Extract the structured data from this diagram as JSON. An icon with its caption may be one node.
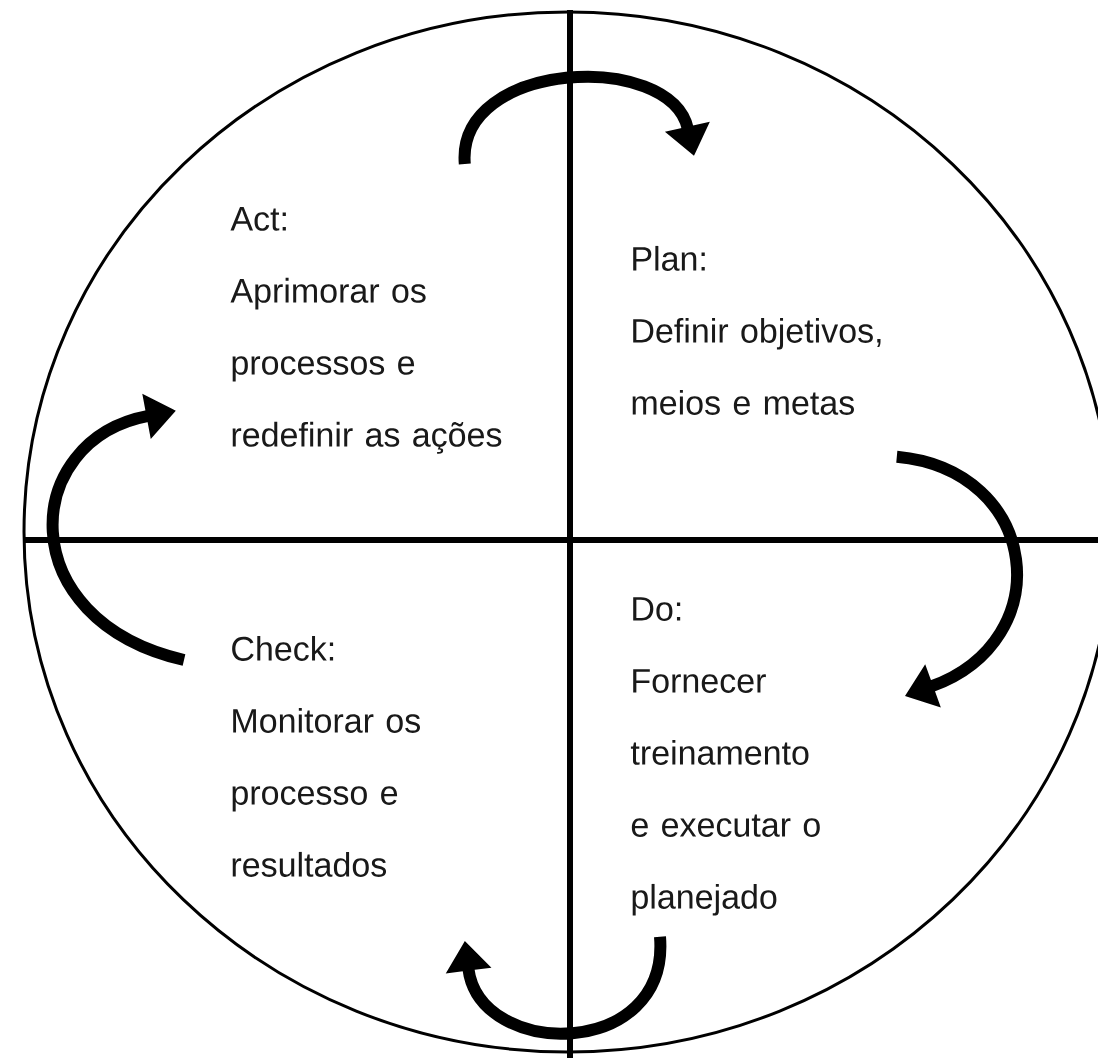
{
  "diagram": {
    "nodes": [
      {
        "text": [
          "Act:",
          "Aprimorar os processos e redefinir as ações"
        ]
      },
      {
        "text": [
          "Plan:",
          "Definir objetivos, meios e metas"
        ]
      },
      {
        "text": [
          "Check:",
          "Monitorar os processo e resultados"
        ]
      },
      {
        "text": [
          "Do:",
          "Fornecer treinamento e executar o planejado"
        ]
      }
    ],
    "edges": [
      {
        "from": 0,
        "to": 1,
        "arrow": "to"
      },
      {
        "from": 1,
        "to": 3,
        "arrow": "to"
      },
      {
        "from": 3,
        "to": 2,
        "arrow": "to"
      },
      {
        "from": 2,
        "to": 0,
        "arrow": "to"
      }
    ]
  }
}
